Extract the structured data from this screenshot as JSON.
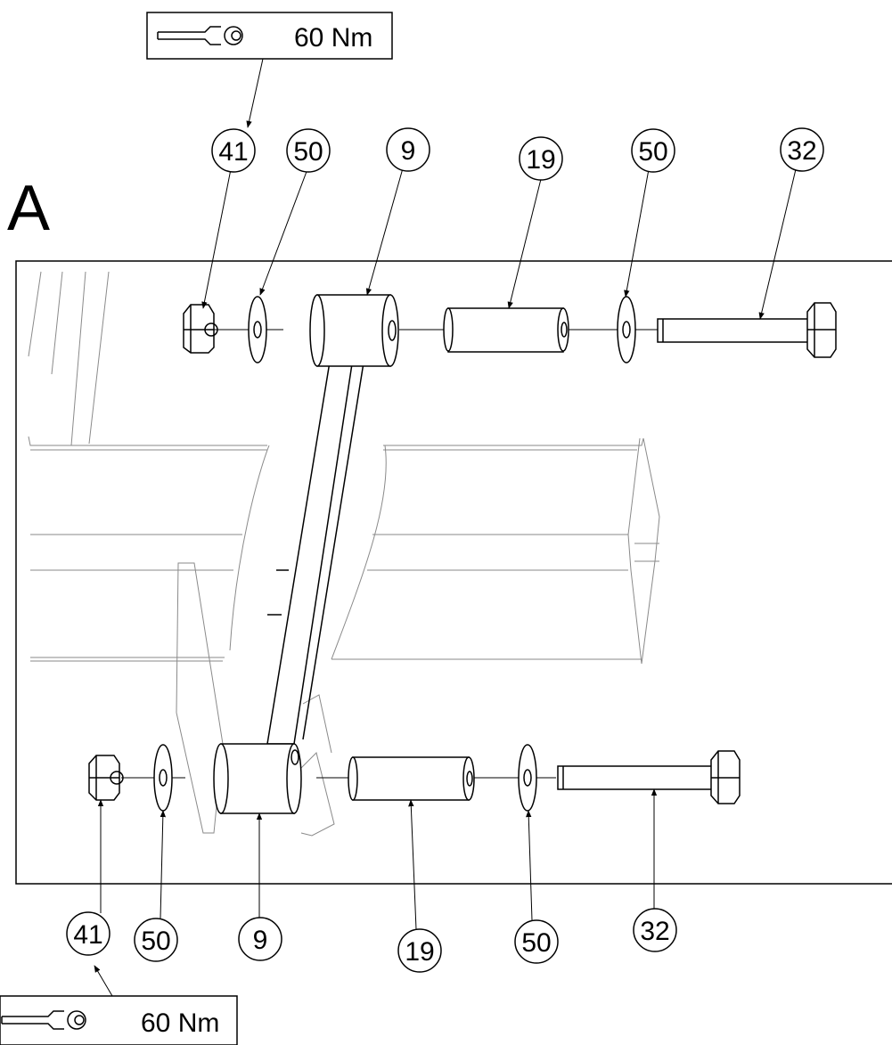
{
  "view_label": "A",
  "torque_callouts": [
    {
      "value": "60 Nm",
      "icon": "wrench-icon"
    },
    {
      "value": "60 Nm",
      "icon": "wrench-icon"
    }
  ],
  "top_assembly_callouts": [
    "41",
    "50",
    "9",
    "19",
    "50",
    "32"
  ],
  "bottom_assembly_callouts": [
    "41",
    "50",
    "9",
    "19",
    "50",
    "32"
  ]
}
